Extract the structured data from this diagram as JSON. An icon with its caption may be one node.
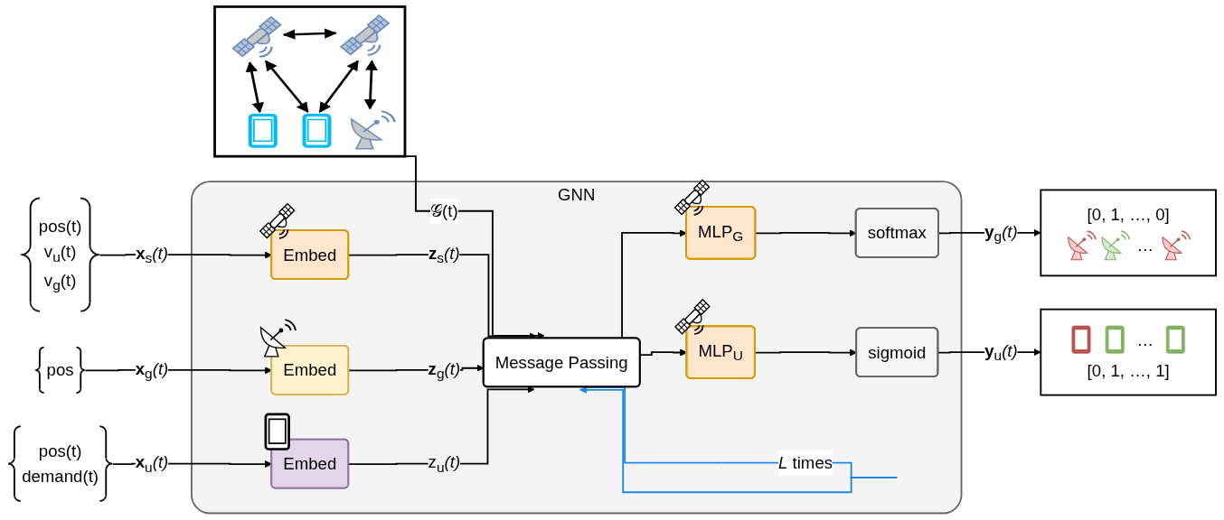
{
  "diagram": {
    "nodes": [
      {
        "text": [],
        "shape": "picture"
      },
      {
        "text": [
          "pos(t)",
          "v$_{u}$(t)",
          "v$_{g}$(t)"
        ]
      },
      {
        "text": [
          "pos"
        ]
      },
      {
        "text": [
          "pos(t)",
          "demand(t)"
        ]
      },
      {
        "text": [
          "GNN"
        ]
      },
      {
        "text": [
          "Embed"
        ],
        "in": 4
      },
      {
        "text": [
          "Embed"
        ],
        "in": 4
      },
      {
        "text": [
          "Embed"
        ],
        "in": 4
      },
      {
        "text": [
          "Message Passing"
        ],
        "in": 4
      },
      {
        "text": [
          "MLP$_{G}$"
        ],
        "in": 4
      },
      {
        "text": [
          "MLP$_{U}$"
        ],
        "in": 4
      },
      {
        "text": [
          "softmax"
        ],
        "in": 4
      },
      {
        "text": [
          "sigmoid"
        ],
        "in": 4
      },
      {
        "text": [
          "[0, 1, …, 0]",
          "…"
        ]
      },
      {
        "text": [
          "…",
          "[0, 1, …, 1]"
        ]
      }
    ],
    "edges": [
      {
        "from": 0,
        "to": 8,
        "arrow": "to",
        "label": "𝒢(t)"
      },
      {
        "from": 1,
        "to": 5,
        "arrow": "to",
        "label": "**x**$_{s}$*(t)*"
      },
      {
        "from": 2,
        "to": 6,
        "arrow": "to",
        "label": "**x**$_{g}$*(t)*"
      },
      {
        "from": 3,
        "to": 7,
        "arrow": "to",
        "label": "**x**$_{u}$*(t)*"
      },
      {
        "from": 5,
        "to": 8,
        "arrow": "to",
        "label": "**z**$_{s}$*(t)*"
      },
      {
        "from": 6,
        "to": 8,
        "arrow": "to",
        "label": "**z**$_{g}$*(t)*"
      },
      {
        "from": 7,
        "to": 8,
        "arrow": "to",
        "label": "z$_{u}$*(t)*"
      },
      {
        "from": 8,
        "to": 8,
        "arrow": "to",
        "label": "*L* times",
        "color": "#1e88e5"
      },
      {
        "from": 8,
        "to": 9,
        "arrow": "to"
      },
      {
        "from": 8,
        "to": 10,
        "arrow": "to"
      },
      {
        "from": 9,
        "to": 11,
        "arrow": "to"
      },
      {
        "from": 10,
        "to": 12,
        "arrow": "to"
      },
      {
        "from": 11,
        "to": 13,
        "arrow": "to",
        "label": "**y**$_{g}$*(t)*"
      },
      {
        "from": 12,
        "to": 14,
        "arrow": "to",
        "label": "**y**$_{u}$*(t)*"
      }
    ]
  }
}
